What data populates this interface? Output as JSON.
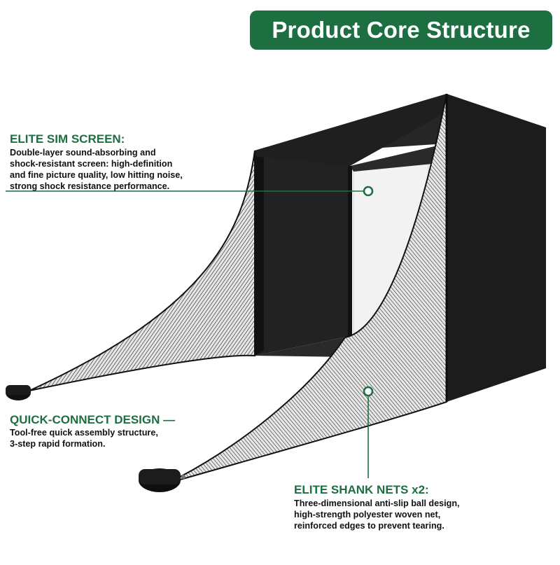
{
  "title": "Product Core Structure",
  "callouts": {
    "sim_screen": {
      "title": "ELITE SIM SCREEN:",
      "lines": [
        "Double-layer sound-absorbing and",
        "shock-resistant screen: high-definition",
        "and fine picture quality, low hitting noise,",
        "strong shock resistance performance."
      ]
    },
    "quick_connect": {
      "title": "QUICK-CONNECT DESIGN —",
      "lines": [
        "Tool-free quick assembly structure,",
        "3-step rapid formation."
      ]
    },
    "shank_nets": {
      "title": "ELITE SHANK NETS x2:",
      "lines": [
        "Three-dimensional anti-slip ball design,",
        "high-strength polyester woven net,",
        "reinforced edges to prevent tearing."
      ]
    }
  },
  "colors": {
    "accent_green": "#1d6f42",
    "enclosure_black": "#1a1a1a",
    "screen_white": "#f2f2f2"
  }
}
